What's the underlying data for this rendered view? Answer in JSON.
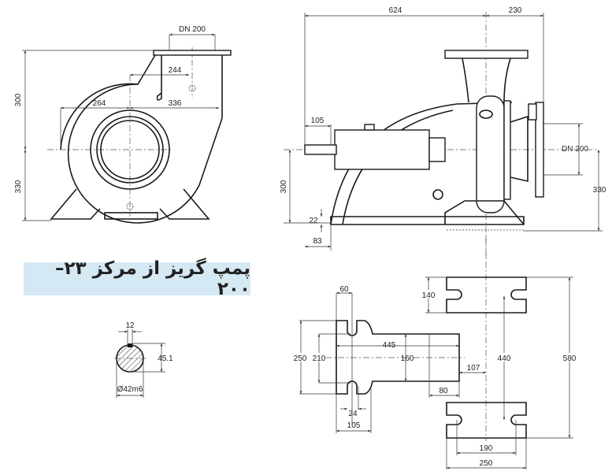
{
  "title": "پمپ گریز از مرکز ۲۳–۲۰۰",
  "front_view": {
    "dn": "DN 200",
    "h_top": "300",
    "h_bottom": "330",
    "d244": "244",
    "d264": "264",
    "d336": "336"
  },
  "shaft_section": {
    "key_width": "12",
    "key_height": "45.1",
    "diameter": "Ø42m6"
  },
  "side_view": {
    "length": "624",
    "overhang": "230",
    "shaft_ext": "105",
    "center_height": "300",
    "base_thk": "22",
    "base_offset": "83",
    "dn": "DN 200",
    "height": "330"
  },
  "foundation": {
    "d60": "60",
    "d445": "445",
    "d160": "160",
    "d210": "210",
    "d250": "250",
    "d107": "107",
    "d80": "80",
    "d24": "24",
    "d105": "105",
    "d140": "140",
    "d440": "440",
    "d580": "580",
    "d190": "190",
    "d250b": "250"
  }
}
